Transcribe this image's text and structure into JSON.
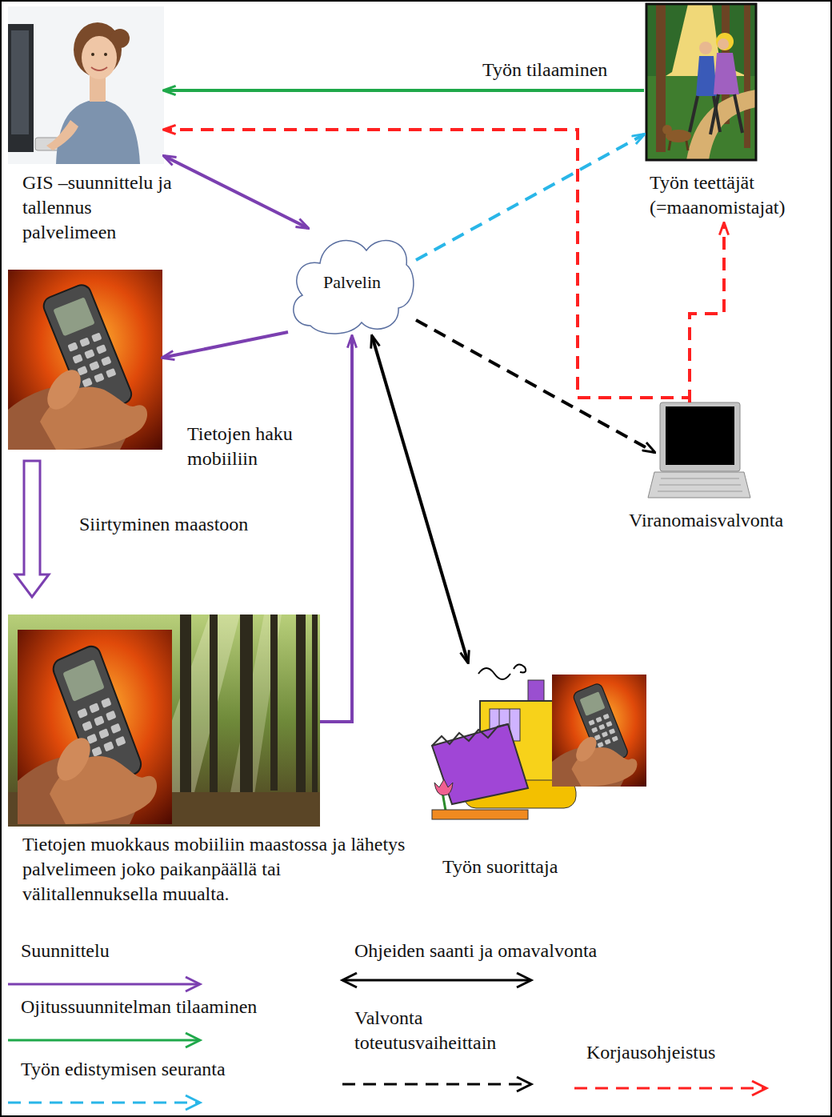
{
  "diagram": {
    "nodes": [
      {
        "text": [
          "GIS –suunnittelu ja tallennus palvelimeen"
        ]
      },
      {
        "text": [
          "Työn teettäjät (=maanomistajat)"
        ]
      },
      {
        "text": [
          "Palvelin"
        ]
      },
      {
        "text": [
          "Tietojen haku mobiiliin"
        ]
      },
      {
        "text": [
          "Tietojen muokkaus mobiiliin maastossa ja lähetys palvelimeen joko paikanpäällä tai välitallennuksella muualta."
        ]
      },
      {
        "text": [
          "Viranomaisvalvonta"
        ]
      },
      {
        "text": [
          "Työn suorittaja"
        ]
      }
    ],
    "edges": [
      {
        "from": 1,
        "to": 0,
        "arrow": "to",
        "label": "Työn tilaaminen"
      },
      {
        "from": 0,
        "to": 2,
        "arrow": "both"
      },
      {
        "from": 2,
        "to": 1,
        "arrow": "to"
      },
      {
        "from": 2,
        "to": 3,
        "arrow": "to"
      },
      {
        "from": 3,
        "to": 4,
        "arrow": "to",
        "label": "Siirtyminen maastoon"
      },
      {
        "from": 4,
        "to": 2,
        "arrow": "to"
      },
      {
        "from": 2,
        "to": 5,
        "arrow": "to"
      },
      {
        "from": 2,
        "to": 6,
        "arrow": "both"
      },
      {
        "from": 5,
        "to": 0,
        "arrow": "to"
      },
      {
        "from": 5,
        "to": 1,
        "arrow": "to"
      }
    ],
    "legend": [
      {
        "text": "Suunnittelu"
      },
      {
        "text": "Ojitussuunnitelman tilaaminen"
      },
      {
        "text": "Työn edistymisen seuranta"
      },
      {
        "text": "Ohjeiden saanti ja omavalvonta"
      },
      {
        "text": "Valvonta toteutusvaiheittain"
      },
      {
        "text": "Korjausohjeistus"
      }
    ]
  }
}
